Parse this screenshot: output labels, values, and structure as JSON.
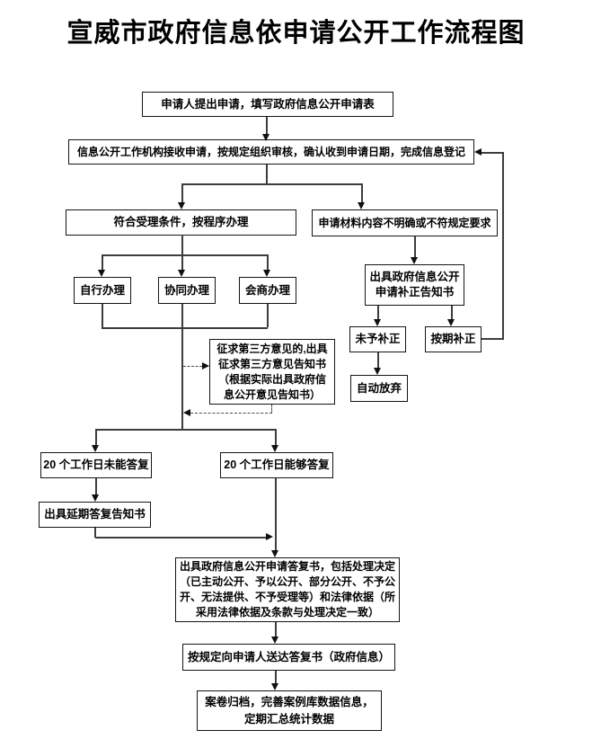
{
  "title": "宣威市政府信息依申请公开工作流程图",
  "flowchart": {
    "colors": {
      "background": "#ffffff",
      "box_border": "#141414",
      "line": "#3d3d3d",
      "text": "#000000"
    },
    "nodes": {
      "apply": {
        "text": "申请人提出申请，填写政府信息公开申请表"
      },
      "receive": {
        "text": "信息公开工作机构接收申请，按规定组织审核，确认收到申请日期，完成信息登记"
      },
      "qualified": {
        "text": "符合受理条件，按程序办理"
      },
      "unclear": {
        "text": "申请材料内容不明确或不符规定要求"
      },
      "self_handle": {
        "text": "自行办理"
      },
      "joint_handle": {
        "text": "协同办理"
      },
      "consult_handle": {
        "text": "会商办理"
      },
      "supplement_notice": {
        "text": "出具政府信息公开\n申请补正告知书"
      },
      "no_supplement": {
        "text": "未予补正"
      },
      "on_time_supplement": {
        "text": "按期补正"
      },
      "auto_abandon": {
        "text": "自动放弃"
      },
      "third_party": {
        "text": "征求第三方意见的,出具\n征求第三方意见告知书\n（根据实际出具政府信\n息公开意见告知书）"
      },
      "overdue_20days": {
        "text": "20 个工作日未能答复"
      },
      "within_20days": {
        "text": "20 个工作日能够答复"
      },
      "delay_notice": {
        "text": "出具延期答复告知书"
      },
      "reply_decision": {
        "text": "出具政府信息公开申请答复书，包括处理决定\n（已主动公开、予以公开、部分公开、不予公\n开、无法提供、不予受理等）和法律依据（所\n采用法律依据及条款与处理决定一致）"
      },
      "deliver_reply": {
        "text": "按规定向申请人送达答复书（政府信息）"
      },
      "archive": {
        "text": "案卷归档，完善案例库数据信息，\n定期汇总统计数据"
      }
    }
  }
}
